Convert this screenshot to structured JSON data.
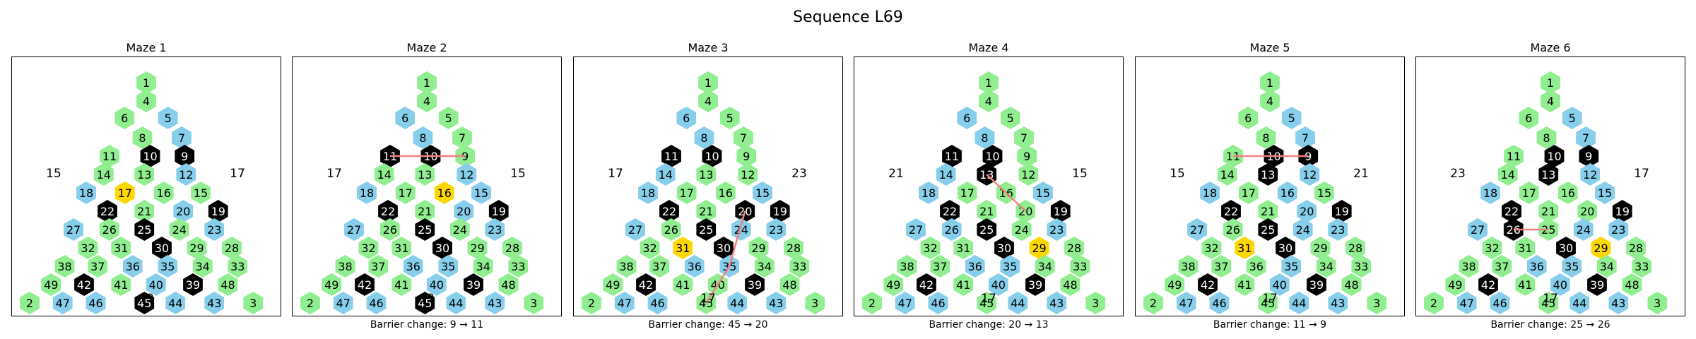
{
  "title": "Sequence L69",
  "colors": {
    "green": "#90EE90",
    "blue": "#87CEEB",
    "black": "#000000",
    "gold": "#FFD700",
    "path": "#F08080"
  },
  "mazes": [
    {
      "title": "Maze 1",
      "left_label": "15",
      "right_label": "17",
      "bottom_label": "19",
      "caption": "",
      "blue": [
        5,
        7,
        12,
        18,
        27,
        23,
        47,
        36,
        35,
        43,
        46,
        40,
        44,
        20
      ],
      "black": [
        9,
        10,
        22,
        25,
        19,
        30,
        42,
        39,
        45
      ],
      "gold": [
        17
      ],
      "path": []
    },
    {
      "title": "Maze 2",
      "left_label": "17",
      "right_label": "15",
      "bottom_label": "19",
      "caption": "Barrier change: 9 → 11",
      "blue": [
        6,
        8,
        12,
        15,
        18,
        27,
        23,
        47,
        36,
        35,
        43,
        46,
        40,
        44,
        20
      ],
      "black": [
        11,
        10,
        22,
        25,
        19,
        30,
        42,
        39,
        45
      ],
      "gold": [
        16
      ],
      "path": [
        11,
        10,
        9
      ]
    },
    {
      "title": "Maze 3",
      "left_label": "17",
      "right_label": "23",
      "bottom_label": "17",
      "caption": "Barrier change: 45 → 20",
      "blue": [
        6,
        8,
        14,
        15,
        18,
        27,
        23,
        47,
        35,
        43,
        46,
        24,
        44,
        36
      ],
      "black": [
        11,
        10,
        22,
        25,
        19,
        30,
        42,
        39,
        20
      ],
      "gold": [
        31
      ],
      "path": [
        20,
        35,
        40,
        45
      ]
    },
    {
      "title": "Maze 4",
      "left_label": "21",
      "right_label": "15",
      "bottom_label": "17",
      "caption": "Barrier change: 20 → 13",
      "blue": [
        6,
        8,
        14,
        15,
        18,
        27,
        23,
        47,
        36,
        35,
        43,
        46,
        40,
        44,
        26
      ],
      "black": [
        11,
        10,
        13,
        22,
        25,
        19,
        30,
        42,
        39
      ],
      "gold": [
        29
      ],
      "path": [
        13,
        16,
        20
      ]
    },
    {
      "title": "Maze 5",
      "left_label": "15",
      "right_label": "21",
      "bottom_label": "17",
      "caption": "Barrier change: 11 → 9",
      "blue": [
        5,
        7,
        12,
        16,
        18,
        20,
        27,
        23,
        47,
        35,
        43,
        46,
        40,
        44,
        24
      ],
      "black": [
        9,
        10,
        13,
        22,
        25,
        19,
        30,
        42,
        39
      ],
      "gold": [
        31
      ],
      "path": [
        11,
        10,
        9
      ]
    },
    {
      "title": "Maze 6",
      "left_label": "23",
      "right_label": "17",
      "bottom_label": "17",
      "caption": "Barrier change: 25 → 26",
      "blue": [
        5,
        7,
        12,
        15,
        18,
        27,
        23,
        47,
        36,
        35,
        43,
        46,
        40,
        44,
        24
      ],
      "black": [
        9,
        10,
        13,
        22,
        26,
        19,
        30,
        42,
        39
      ],
      "gold": [
        29
      ],
      "path": [
        25,
        26
      ]
    }
  ]
}
